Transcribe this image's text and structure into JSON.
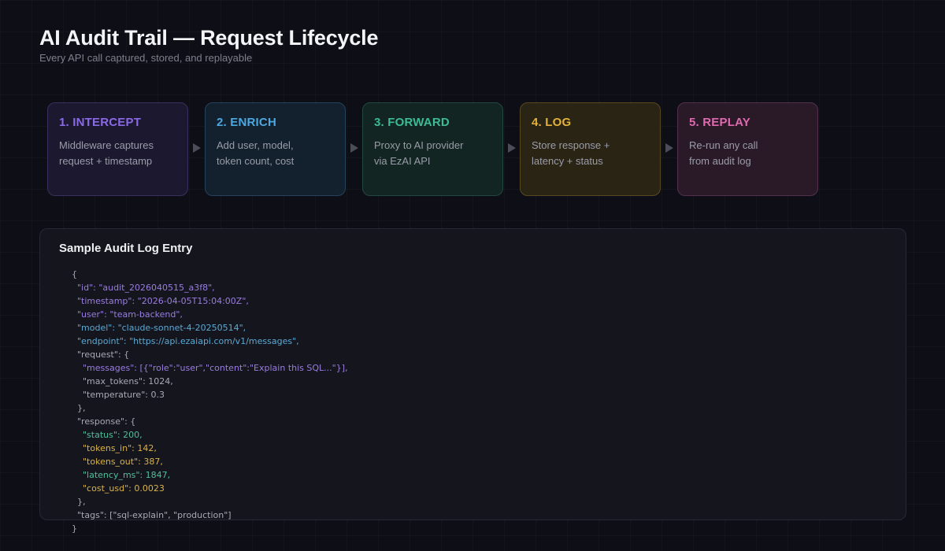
{
  "header": {
    "title": "AI Audit Trail — Request Lifecycle",
    "subtitle": "Every API call captured, stored, and replayable"
  },
  "steps": [
    {
      "title": "1. INTERCEPT",
      "description": "Middleware captures\nrequest + timestamp",
      "color": "#8b6ae6",
      "bg": "#1c1830",
      "border": "#3a2f5e"
    },
    {
      "title": "2. ENRICH",
      "description": "Add user, model,\ntoken count, cost",
      "color": "#4ba8e0",
      "bg": "#13202e",
      "border": "#24435c"
    },
    {
      "title": "3. FORWARD",
      "description": "Proxy to AI provider\nvia EzAI API",
      "color": "#3dbb93",
      "bg": "#122522",
      "border": "#22493f"
    },
    {
      "title": "4. LOG",
      "description": "Store response +\nlatency + status",
      "color": "#e3b23c",
      "bg": "#2a2414",
      "border": "#57491f"
    },
    {
      "title": "5. REPLAY",
      "description": "Re-run any call\nfrom audit log",
      "color": "#e06ab0",
      "bg": "#2a1a28",
      "border": "#55304d"
    }
  ],
  "panel": {
    "title": "Sample Audit Log Entry"
  },
  "code_lines": [
    {
      "indent": "",
      "key": "",
      "value": "{",
      "key_color": ""
    },
    {
      "indent": "  ",
      "key": "\"id\"",
      "value": ": \"audit_2026040515_a3f8\",",
      "key_color": "purple"
    },
    {
      "indent": "  ",
      "key": "\"timestamp\"",
      "value": ": \"2026-04-05T15:04:00Z\",",
      "key_color": "purple"
    },
    {
      "indent": "  ",
      "key": "\"user\"",
      "value": ": \"team-backend\",",
      "key_color": "purple"
    },
    {
      "indent": "  ",
      "key": "\"model\"",
      "value": ": \"claude-sonnet-4-20250514\",",
      "key_color": "blue"
    },
    {
      "indent": "  ",
      "key": "\"endpoint\"",
      "value": ": \"https://api.ezaiapi.com/v1/messages\",",
      "key_color": "blue"
    },
    {
      "indent": "  ",
      "key": "\"request\"",
      "value": ": {",
      "key_color": ""
    },
    {
      "indent": "    ",
      "key": "\"messages\"",
      "value": ": [{\"role\":\"user\",\"content\":\"Explain this SQL...\"}],",
      "key_color": "purple"
    },
    {
      "indent": "    ",
      "key": "\"max_tokens\"",
      "value": ": 1024,",
      "key_color": ""
    },
    {
      "indent": "    ",
      "key": "\"temperature\"",
      "value": ": 0.3",
      "key_color": ""
    },
    {
      "indent": "  ",
      "key": "",
      "value": "},",
      "key_color": ""
    },
    {
      "indent": "  ",
      "key": "\"response\"",
      "value": ": {",
      "key_color": ""
    },
    {
      "indent": "    ",
      "key": "\"status\"",
      "value": ": 200,",
      "key_color": "green"
    },
    {
      "indent": "    ",
      "key": "\"tokens_in\"",
      "value": ": 142,",
      "key_color": "yellow"
    },
    {
      "indent": "    ",
      "key": "\"tokens_out\"",
      "value": ": 387,",
      "key_color": "yellow"
    },
    {
      "indent": "    ",
      "key": "\"latency_ms\"",
      "value": ": 1847,",
      "key_color": "green"
    },
    {
      "indent": "    ",
      "key": "\"cost_usd\"",
      "value": ": 0.0023",
      "key_color": "yellow"
    },
    {
      "indent": "  ",
      "key": "",
      "value": "},",
      "key_color": ""
    },
    {
      "indent": "  ",
      "key": "\"tags\"",
      "value": ": [\"sql-explain\", \"production\"]",
      "key_color": ""
    },
    {
      "indent": "",
      "key": "",
      "value": "}",
      "key_color": ""
    }
  ]
}
